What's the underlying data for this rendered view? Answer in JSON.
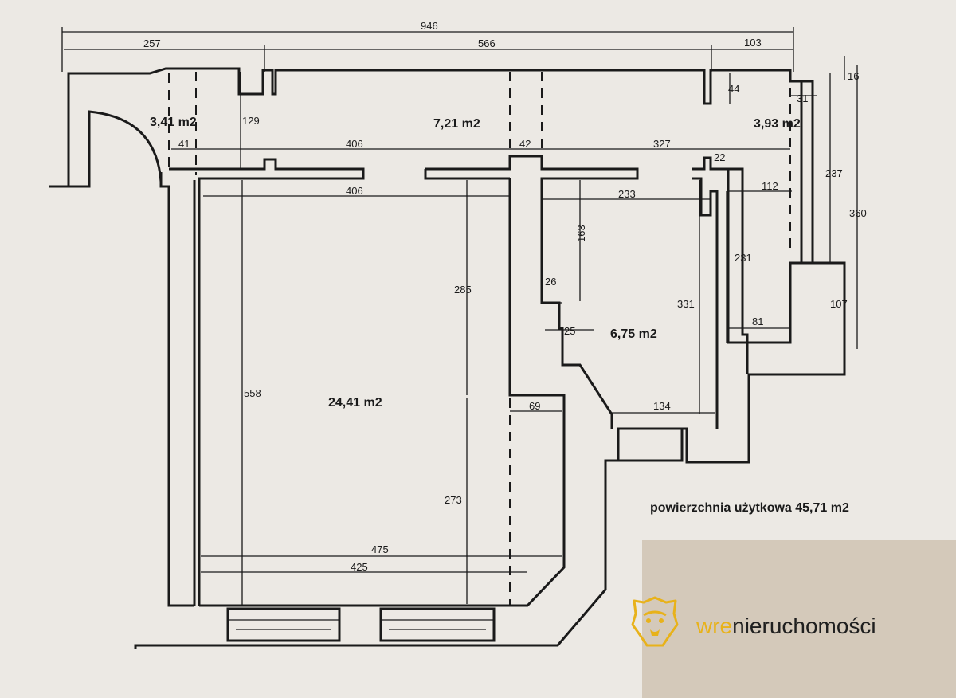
{
  "floor_plan": {
    "rooms": [
      {
        "id": "hall",
        "area": "3,41 m2"
      },
      {
        "id": "corridor",
        "area": "7,21 m2"
      },
      {
        "id": "wc",
        "area": "3,93 m2"
      },
      {
        "id": "main-room",
        "area": "24,41 m2"
      },
      {
        "id": "kitchen",
        "area": "6,75 m2"
      }
    ],
    "dimensions": [
      "946",
      "257",
      "566",
      "103",
      "44",
      "16",
      "31",
      "129",
      "41",
      "406",
      "42",
      "327",
      "22",
      "406",
      "233",
      "112",
      "237",
      "360",
      "163",
      "231",
      "285",
      "26",
      "331",
      "107",
      "25",
      "81",
      "558",
      "69",
      "134",
      "273",
      "475",
      "425"
    ],
    "summary": "powierzchnia użytkowa 45,71 m2"
  },
  "brand": {
    "accent_color": "#e8b21a",
    "prefix": "wre",
    "suffix": "nieruchomości",
    "logo_icon": "lion-head-icon"
  }
}
